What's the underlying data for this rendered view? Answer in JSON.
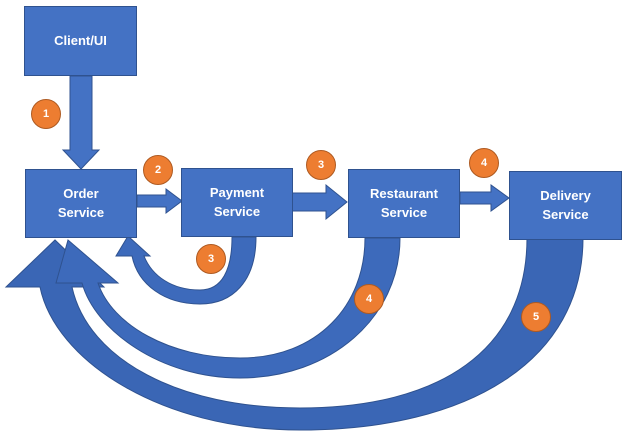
{
  "colors": {
    "box_fill": "#4472c4",
    "box_border": "#2f528f",
    "arrow_fill": "#4472c4",
    "arrow_dark": "#2f5597",
    "badge_fill": "#ed7d31"
  },
  "nodes": {
    "client": "Client/UI",
    "order": "Order\nService",
    "payment": "Payment\nService",
    "restaurant": "Restaurant\nService",
    "delivery": "Delivery\nService"
  },
  "steps": {
    "client_to_order": "1",
    "order_to_payment": "2",
    "payment_to_restaurant": "3",
    "restaurant_to_delivery": "4",
    "payment_return": "3",
    "restaurant_return": "4",
    "delivery_return": "5"
  }
}
